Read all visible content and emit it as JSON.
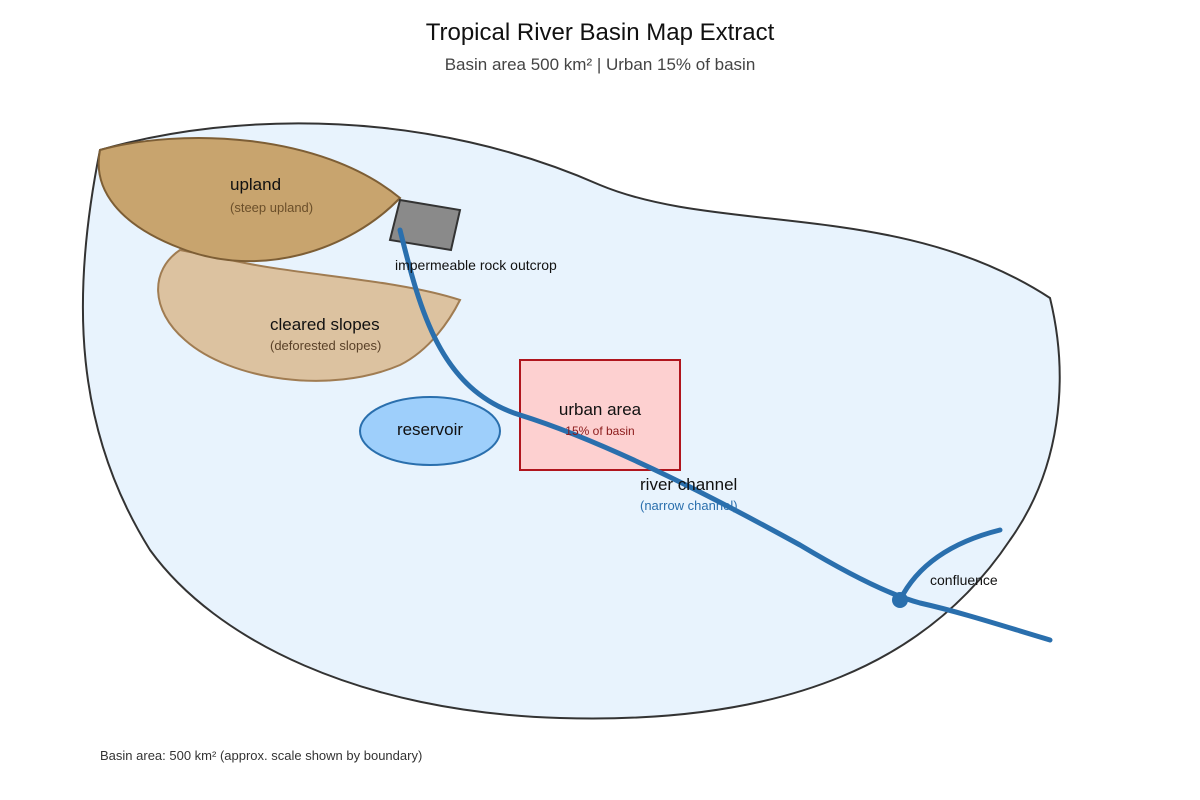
{
  "title": "Tropical River Basin Map Extract",
  "subtitle": "Basin area 500 km² | Urban 15% of basin",
  "upland": {
    "label": "upland",
    "sublabel": "(steep upland)"
  },
  "cleared_slopes": {
    "label": "cleared slopes",
    "sublabel": "(deforested slopes)"
  },
  "rock_outcrop": {
    "label": "impermeable rock outcrop"
  },
  "reservoir": {
    "label": "reservoir"
  },
  "urban_area": {
    "label": "urban area",
    "sublabel": "15% of basin"
  },
  "river_channel": {
    "label": "river channel",
    "sublabel": "(narrow channel)"
  },
  "confluence": {
    "label": "confluence"
  },
  "footer": "Basin area: 500 km² (approx. scale shown by boundary)",
  "colors": {
    "basin_fill": "#e8f3fd",
    "upland_fill": "#c8a46e",
    "cleared_fill": "#dcc2a0",
    "rock_fill": "#8a8a8a",
    "reservoir_fill": "#9ecffb",
    "urban_fill": "#fdd0d0",
    "urban_border": "#b0151d",
    "river": "#2a6fad"
  }
}
